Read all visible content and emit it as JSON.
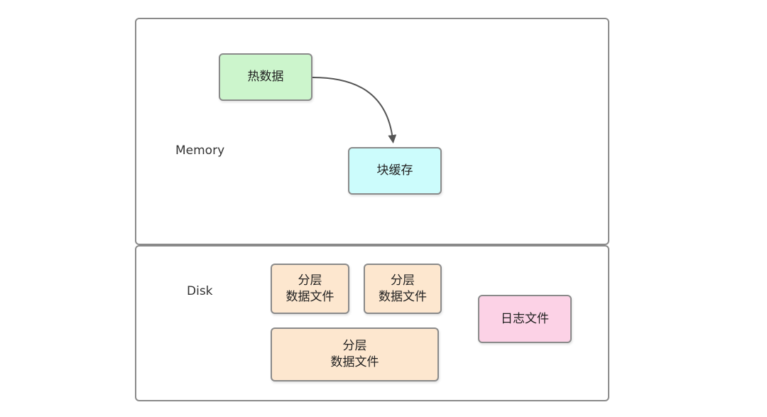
{
  "regions": {
    "memory": {
      "label": "Memory"
    },
    "disk": {
      "label": "Disk"
    }
  },
  "nodes": {
    "hot_data": {
      "label": "热数据",
      "fill": "#ccf5cc"
    },
    "block_cache": {
      "label": "块缓存",
      "fill": "#ccfcfc"
    },
    "tiered_file_1": {
      "line1": "分层",
      "line2": "数据文件",
      "fill": "#fde7cf"
    },
    "tiered_file_2": {
      "line1": "分层",
      "line2": "数据文件",
      "fill": "#fde7cf"
    },
    "tiered_file_3": {
      "line1": "分层",
      "line2": "数据文件",
      "fill": "#fde7cf"
    },
    "log_file": {
      "label": "日志文件",
      "fill": "#fcd2e6"
    }
  },
  "edges": [
    {
      "from": "热数据",
      "to": "块缓存"
    }
  ],
  "colors": {
    "border": "#8a8a8a",
    "arrow": "#555555"
  }
}
